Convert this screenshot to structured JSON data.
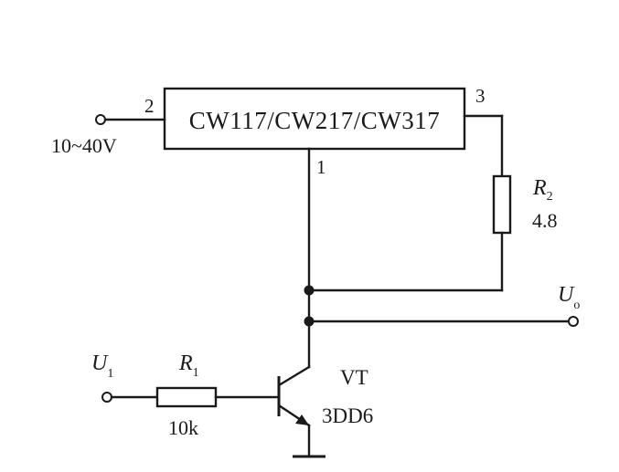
{
  "regulator": {
    "part": "CW117/CW217/CW317",
    "pin_in": "2",
    "pin_out": "3",
    "pin_adj": "1"
  },
  "input": {
    "voltage": "10~40V"
  },
  "r2": {
    "name": "R",
    "sub": "2",
    "value": "4.8"
  },
  "r1": {
    "name": "R",
    "sub": "1",
    "value": "10k"
  },
  "output": {
    "name": "U",
    "sub": "o"
  },
  "control": {
    "name": "U",
    "sub": "1"
  },
  "transistor": {
    "name": "VT",
    "part": "3DD6"
  }
}
